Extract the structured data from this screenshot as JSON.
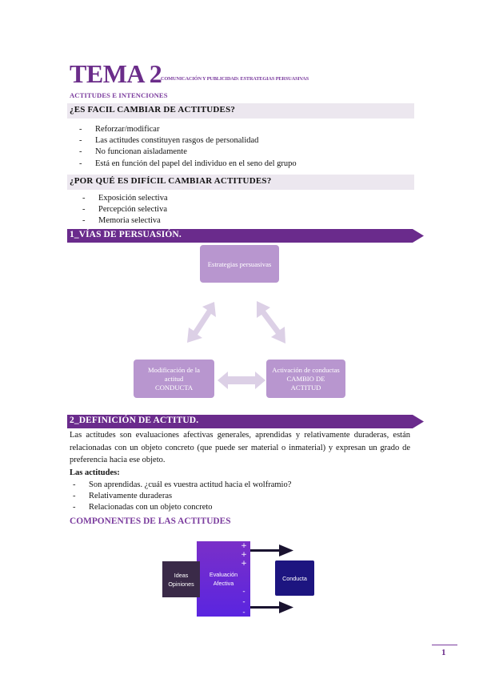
{
  "header": {
    "title": "TEMA 2",
    "subtitle": "COMUNICACIÓN Y PUBLICIDAD: ESTRATEGIAS PERSUASIVAS",
    "section_label": "ACTITUDES E INTENCIONES"
  },
  "q1": {
    "heading": "¿ES FACIL CAMBIAR DE ACTITUDES?",
    "items": [
      "Reforzar/modificar",
      "Las actitudes constituyen rasgos de personalidad",
      "No funcionan aisladamente",
      "Está en función del papel del individuo en el seno del grupo"
    ]
  },
  "q2": {
    "heading": "¿POR QUÉ ES DIFÍCIL CAMBIAR ACTITUDES?",
    "items": [
      "Exposición selectiva",
      "Percepción selectiva",
      "Memoria selectiva"
    ]
  },
  "section1": {
    "heading": "1_VÍAS DE PERSUASIÓN.",
    "diagram": {
      "top": "Estrategias persuasivas",
      "left_line1": "Modificación de la actitud",
      "left_line2": "CONDUCTA",
      "right_line1": "Activación de conductas",
      "right_line2": "CAMBIO DE ACTITUD"
    }
  },
  "section2": {
    "heading": "2_DEFINICIÓN DE ACTITUD.",
    "paragraph": "Las actitudes son evaluaciones afectivas generales, aprendidas y relativamente duraderas, están relacionadas con un objeto concreto (que puede ser material o inmaterial) y expresan un grado de preferencia hacia ese objeto.",
    "list_title": "Las actitudes:",
    "items": [
      "Son aprendidas. ¿cuál es vuestra actitud hacia el wolframio?",
      "Relativamente duraderas",
      "Relacionadas con un objeto concreto"
    ]
  },
  "components": {
    "heading": "COMPONENTES DE LAS ACTITUDES",
    "ideas_line1": "Ideas",
    "ideas_line2": "Opiniones",
    "eval_line1": "Evaluación",
    "eval_line2": "Afectiva",
    "plus": "+",
    "minus": "-",
    "conduct": "Conducta"
  },
  "footer": {
    "page_number": "1"
  },
  "colors": {
    "accent": "#6b2d8a",
    "section_bar": "#6a2b8c",
    "question_bar": "#ece7ef",
    "diagram_box": "#b896cf",
    "diagram_arrow": "#dcd0e6"
  }
}
